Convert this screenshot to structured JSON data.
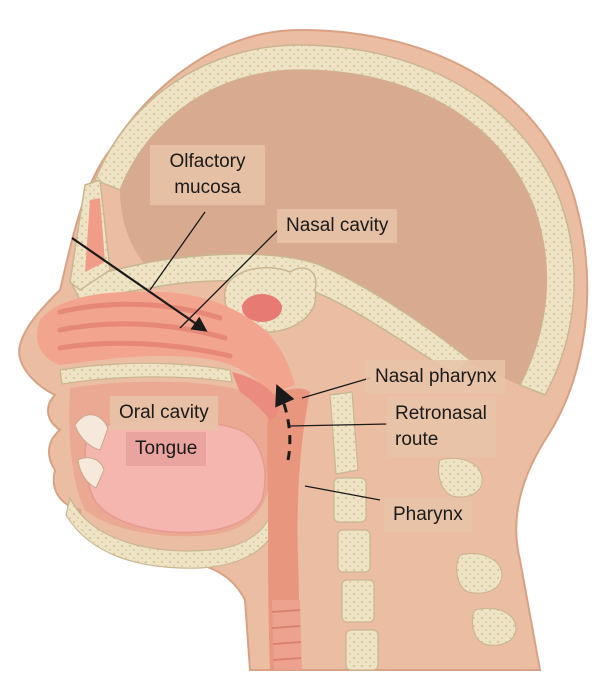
{
  "labels": {
    "olfactory_mucosa": [
      "Olfactory",
      "mucosa"
    ],
    "nasal_cavity": "Nasal cavity",
    "nasal_pharynx": "Nasal pharynx",
    "retronasal_route": [
      "Retronasal",
      "route"
    ],
    "oral_cavity": "Oral cavity",
    "tongue": "Tongue",
    "pharynx": "Pharynx"
  },
  "colors": {
    "skin": "#ebbea3",
    "skin_shadow": "#d9a184",
    "bone": "#efe3c6",
    "bone_outline": "#c9b691",
    "brain_cavity": "#d8aa8f",
    "airway": "#f3a48e",
    "tissue_pink": "#eb8a7f",
    "tongue": "#f4b6ae",
    "label_bg": "#e8c4a8",
    "arrow": "#1a1a1a"
  }
}
